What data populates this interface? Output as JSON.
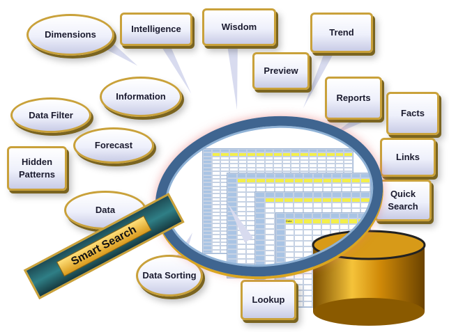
{
  "bubbles": {
    "dimensions": "Dimensions",
    "intelligence": "Intelligence",
    "wisdom": "Wisdom",
    "trend": "Trend",
    "preview": "Preview",
    "information": "Information",
    "data_filter": "Data Filter",
    "reports": "Reports",
    "facts": "Facts",
    "forecast": "Forecast",
    "hidden_patterns": "Hidden Patterns",
    "links": "Links",
    "quick_search": "Quick Search",
    "data": "Data",
    "data_sorting": "Data Sorting",
    "lookup": "Lookup"
  },
  "handle_label": "Smart Search",
  "spreadsheet": {
    "cell_text": "Data"
  },
  "colors": {
    "gold": "#c9a13a",
    "ring": "#3f6590",
    "header": "#a9c4e4",
    "highlight": "#f3ef4a"
  }
}
